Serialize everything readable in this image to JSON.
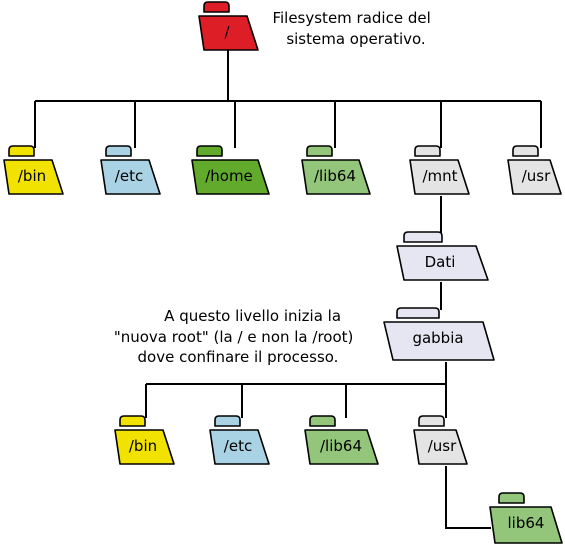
{
  "colors": {
    "red": "#dd1e26",
    "yellow": "#f2e200",
    "light_blue": "#a9d3e4",
    "dark_green": "#61aa2c",
    "light_green": "#93c57a",
    "light_gray": "#e4e4e4",
    "lavender": "#e6e6f2",
    "white": "#ffffff",
    "line": "#000000"
  },
  "folders": {
    "root": {
      "label": "/",
      "color": "red"
    },
    "bin": {
      "label": "/bin",
      "color": "yellow"
    },
    "etc": {
      "label": "/etc",
      "color": "light_blue"
    },
    "home": {
      "label": "/home",
      "color": "dark_green"
    },
    "lib64": {
      "label": "/lib64",
      "color": "light_green"
    },
    "mnt": {
      "label": "/mnt",
      "color": "light_gray"
    },
    "usr": {
      "label": "/usr",
      "color": "light_gray"
    },
    "dati": {
      "label": "Dati",
      "color": "lavender"
    },
    "gabbia": {
      "label": "gabbia",
      "color": "lavender"
    },
    "jail_bin": {
      "label": "/bin",
      "color": "yellow"
    },
    "jail_etc": {
      "label": "/etc",
      "color": "light_blue"
    },
    "jail_lib64": {
      "label": "/lib64",
      "color": "light_green"
    },
    "jail_usr": {
      "label": "/usr",
      "color": "light_gray"
    },
    "jail_usr_lib64": {
      "label": "lib64",
      "color": "light_green"
    }
  },
  "notes": {
    "root_note": [
      "Filesystem radice del",
      "sistema operativo."
    ],
    "jail_note": [
      "A questo livello inizia la",
      "\"nuova root\" (la / e non la /root)",
      "dove confinare il processo."
    ]
  }
}
